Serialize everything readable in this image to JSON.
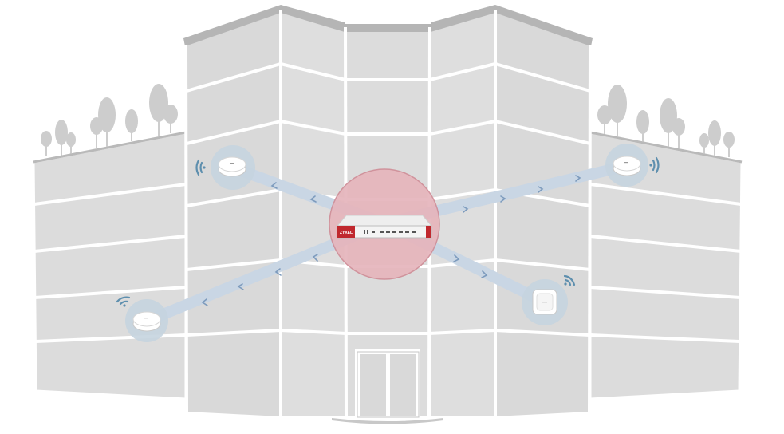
{
  "diagram": {
    "firewall": {
      "brand": "ZYXEL",
      "icon": "firewall-appliance-icon",
      "highlight_color": "#e6b5bc",
      "accent_color": "#c0282e"
    },
    "access_points": [
      {
        "id": "ap-top-left",
        "icon": "ceiling-access-point-icon",
        "signal": "wifi-signal-icon"
      },
      {
        "id": "ap-top-right",
        "icon": "ceiling-access-point-icon",
        "signal": "wifi-signal-icon"
      },
      {
        "id": "ap-bottom-left",
        "icon": "ceiling-access-point-icon",
        "signal": "wifi-signal-icon"
      },
      {
        "id": "ap-bottom-right",
        "icon": "wall-access-point-icon",
        "signal": "wifi-signal-icon"
      }
    ],
    "connections": [
      {
        "from": "firewall",
        "to": "ap-top-left"
      },
      {
        "from": "firewall",
        "to": "ap-top-right"
      },
      {
        "from": "firewall",
        "to": "ap-bottom-left"
      },
      {
        "from": "firewall",
        "to": "ap-bottom-right"
      }
    ],
    "colors": {
      "building": "#dcdcdc",
      "building_edge": "#ffffff",
      "roof": "#b3b3b3",
      "link": "#c9d6e4",
      "link_arrow": "#7d9bbd",
      "ap_halo": "#c5d4df",
      "wifi": "#5e8fae",
      "tree": "#c9c9c9"
    },
    "labels": {
      "brand": "ZYXEL"
    }
  }
}
